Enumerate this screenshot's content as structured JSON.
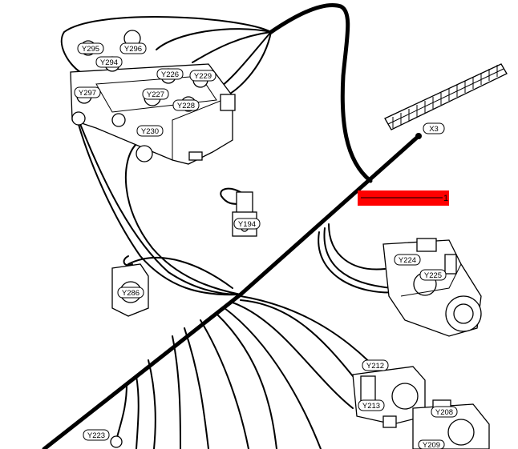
{
  "labels": {
    "y295": "Y295",
    "y296": "Y296",
    "y294": "Y294",
    "y226a": "Y226",
    "y229": "Y229",
    "y297": "Y297",
    "y227": "Y227",
    "y228": "Y228",
    "y230": "Y230",
    "x3": "X3",
    "y194": "Y194",
    "y224": "Y224",
    "y225": "Y225",
    "y286": "Y286",
    "y212": "Y212",
    "y213": "Y213",
    "y208": "Y208",
    "y209": "Y209",
    "y223": "Y223"
  },
  "callout": {
    "number": "1",
    "highlight_color": "#ff0000"
  }
}
